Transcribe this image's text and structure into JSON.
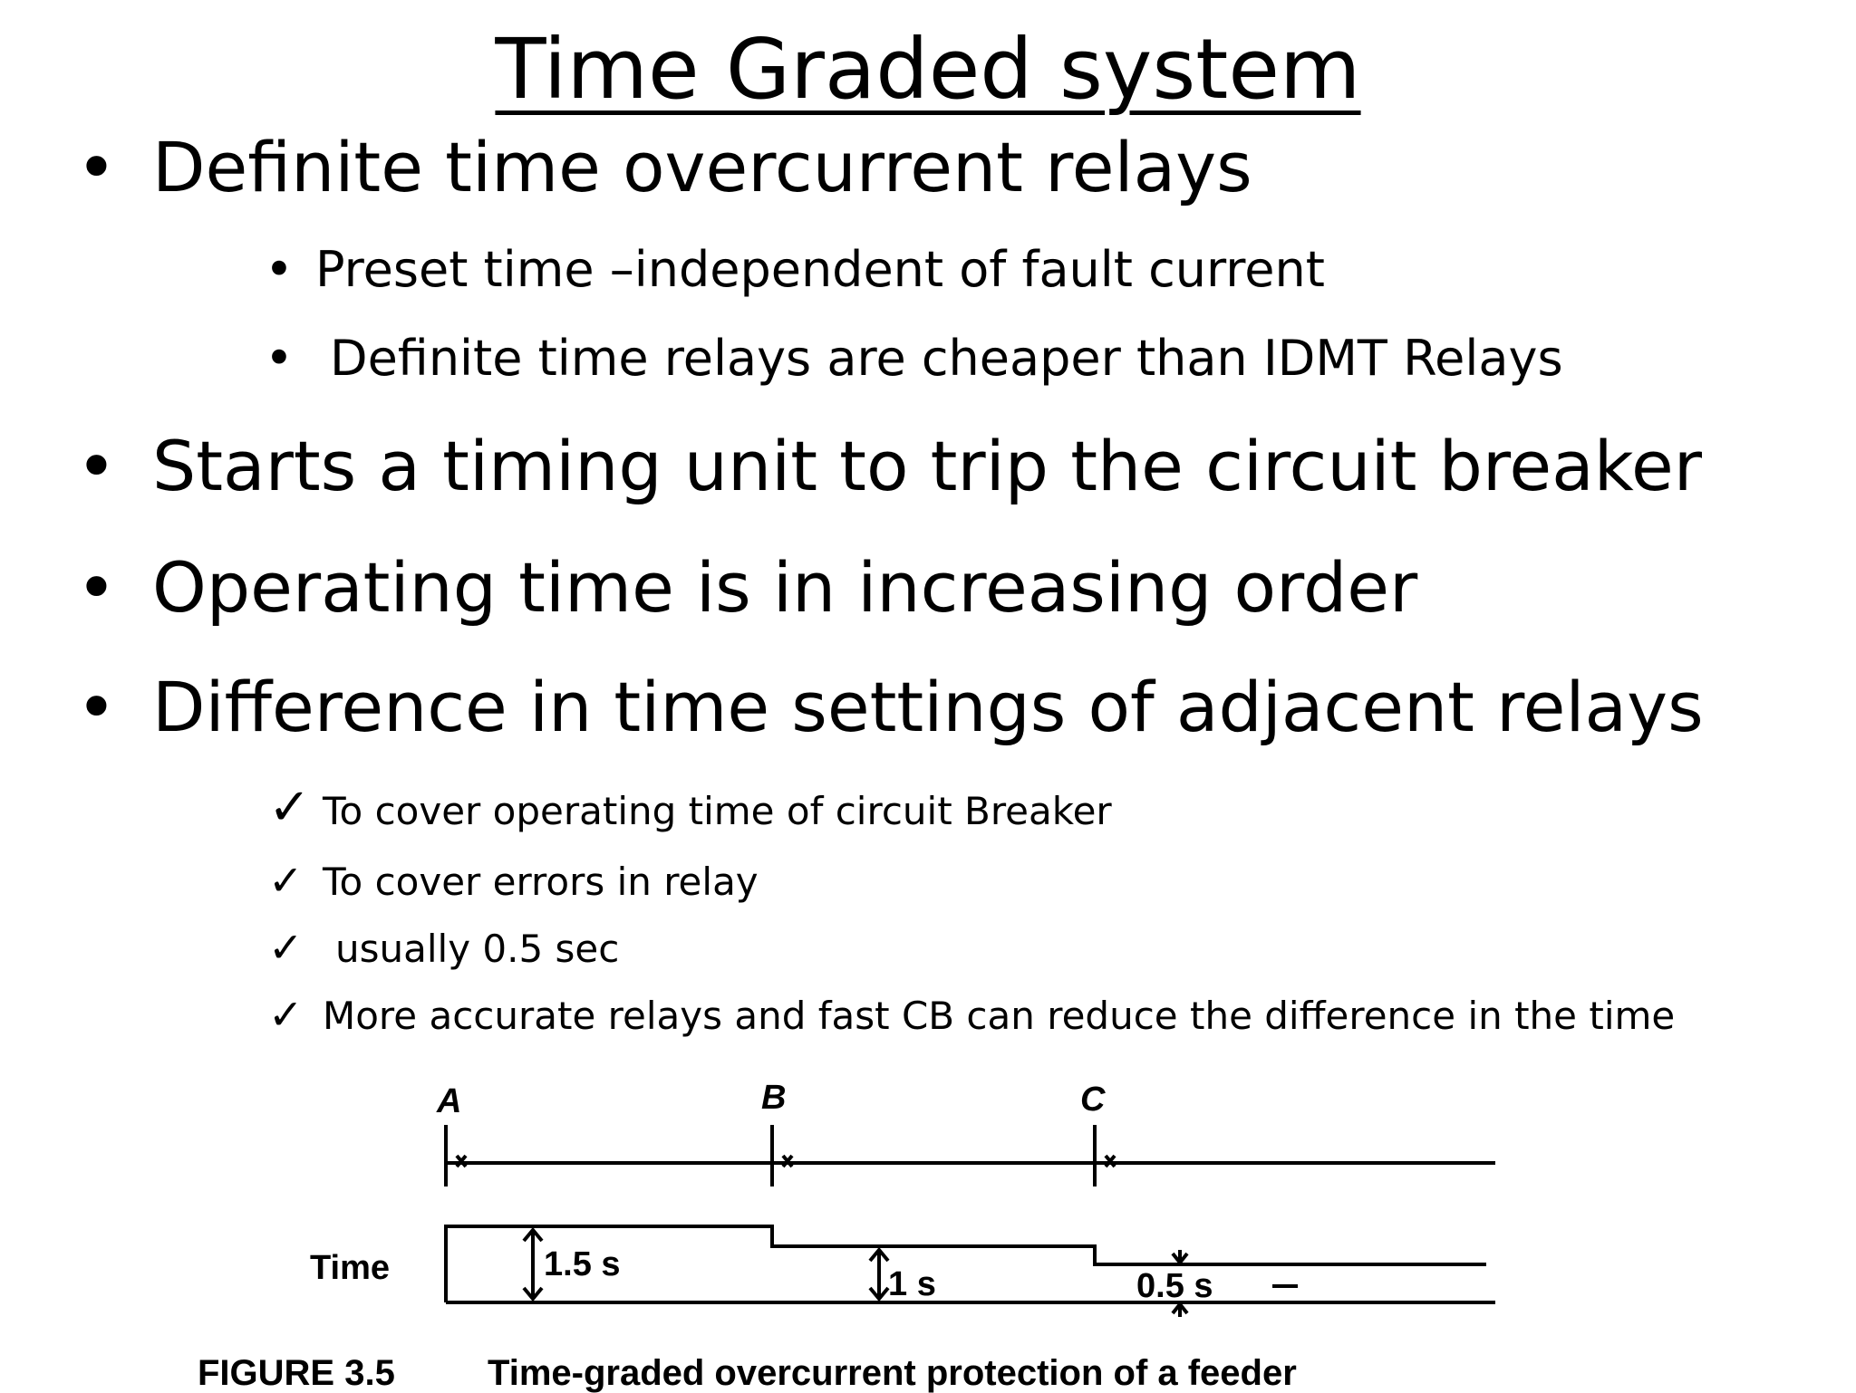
{
  "title": "Time Graded system",
  "bullets": {
    "b1": "Definite time overcurrent relays",
    "b1_sub1": "Preset time –independent of fault current",
    "b1_sub2": "Definite time relays are cheaper than IDMT Relays",
    "b2": "Starts a timing unit to trip the circuit breaker",
    "b3": "Operating time is in increasing order",
    "b4": "Difference in time settings of adjacent relays"
  },
  "checks": {
    "c1": "To cover operating time of circuit Breaker",
    "c2": "To cover errors in relay",
    "c3": "usually 0.5 sec",
    "c4": "More accurate relays and fast CB can reduce the difference in the time"
  },
  "bullet_glyph": "•",
  "check_glyph": "✓",
  "figure": {
    "relay_a": "A",
    "relay_b": "B",
    "relay_c": "C",
    "time_label": "Time",
    "t_a": "1.5 s",
    "t_b": "1 s",
    "t_c": "0.5 s",
    "caption_num": "FIGURE 3.5",
    "caption_text": "Time-graded overcurrent protection of a feeder"
  }
}
